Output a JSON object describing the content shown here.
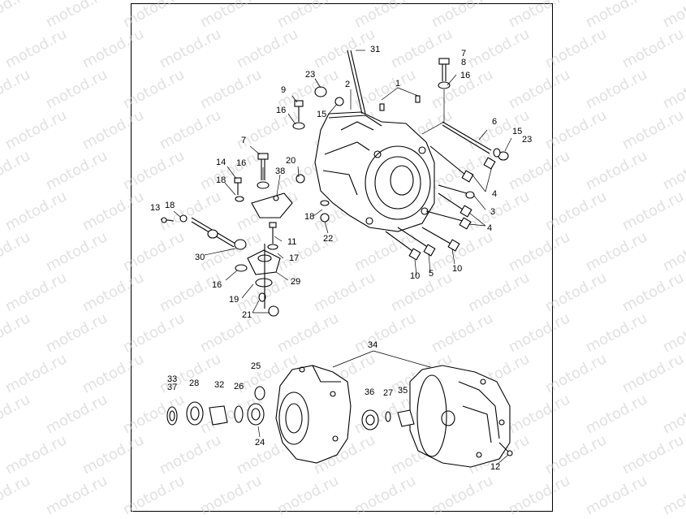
{
  "watermark": "motod.ru",
  "callouts": [
    {
      "id": "c31",
      "text": "31"
    },
    {
      "id": "c2",
      "text": "2"
    },
    {
      "id": "c1",
      "text": "1"
    },
    {
      "id": "c23a",
      "text": "23"
    },
    {
      "id": "c15a",
      "text": "15"
    },
    {
      "id": "c9",
      "text": "9"
    },
    {
      "id": "c16a",
      "text": "16"
    },
    {
      "id": "c7a",
      "text": "7"
    },
    {
      "id": "c8",
      "text": "8"
    },
    {
      "id": "c16b",
      "text": "16"
    },
    {
      "id": "c6",
      "text": "6"
    },
    {
      "id": "c15b",
      "text": "15"
    },
    {
      "id": "c23b",
      "text": "23"
    },
    {
      "id": "c4a",
      "text": "4"
    },
    {
      "id": "c3",
      "text": "3"
    },
    {
      "id": "c4b",
      "text": "4"
    },
    {
      "id": "c7b",
      "text": "7"
    },
    {
      "id": "c16c",
      "text": "16"
    },
    {
      "id": "c14",
      "text": "14"
    },
    {
      "id": "c38",
      "text": "38"
    },
    {
      "id": "c20",
      "text": "20"
    },
    {
      "id": "c18a",
      "text": "18"
    },
    {
      "id": "c13",
      "text": "13"
    },
    {
      "id": "c18b",
      "text": "18"
    },
    {
      "id": "c18c",
      "text": "18"
    },
    {
      "id": "c22",
      "text": "22"
    },
    {
      "id": "c11",
      "text": "11"
    },
    {
      "id": "c30",
      "text": "30"
    },
    {
      "id": "c17",
      "text": "17"
    },
    {
      "id": "c16d",
      "text": "16"
    },
    {
      "id": "c29",
      "text": "29"
    },
    {
      "id": "c19",
      "text": "19"
    },
    {
      "id": "c21",
      "text": "21"
    },
    {
      "id": "c10a",
      "text": "10"
    },
    {
      "id": "c5",
      "text": "5"
    },
    {
      "id": "c10b",
      "text": "10"
    },
    {
      "id": "c34",
      "text": "34"
    },
    {
      "id": "c33",
      "text": "33"
    },
    {
      "id": "c37",
      "text": "37"
    },
    {
      "id": "c28",
      "text": "28"
    },
    {
      "id": "c32",
      "text": "32"
    },
    {
      "id": "c26",
      "text": "26"
    },
    {
      "id": "c25",
      "text": "25"
    },
    {
      "id": "c24",
      "text": "24"
    },
    {
      "id": "c36",
      "text": "36"
    },
    {
      "id": "c27",
      "text": "27"
    },
    {
      "id": "c35",
      "text": "35"
    },
    {
      "id": "c12",
      "text": "12"
    }
  ]
}
